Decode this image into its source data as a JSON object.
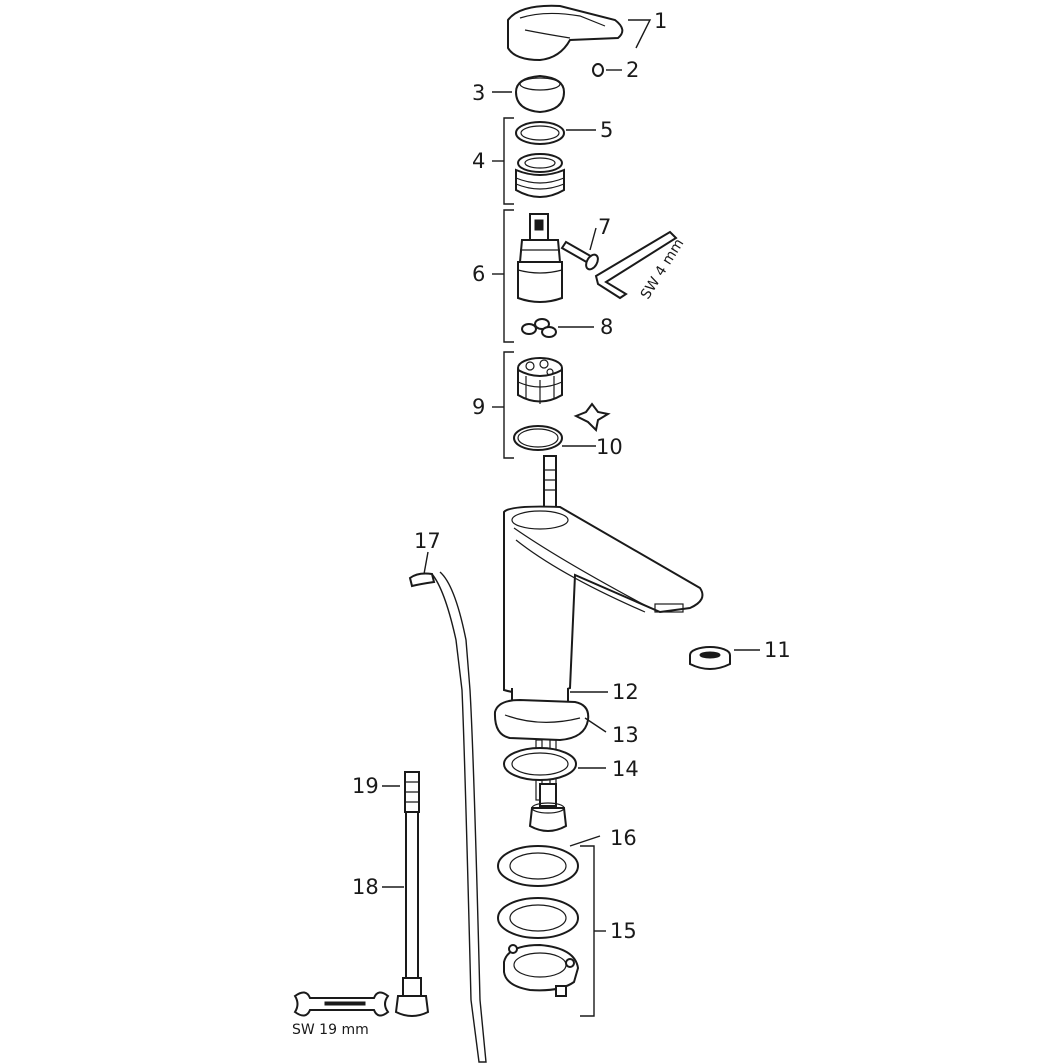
{
  "labels": {
    "p1": "1",
    "p2": "2",
    "p3": "3",
    "p4": "4",
    "p5": "5",
    "p6": "6",
    "p7": "7",
    "p8": "8",
    "p9": "9",
    "p10": "10",
    "p11": "11",
    "p12": "12",
    "p13": "13",
    "p14": "14",
    "p15": "15",
    "p16": "16",
    "p17": "17",
    "p18": "18",
    "p19": "19"
  },
  "tools": {
    "hex_key": "SW 4 mm",
    "wrench": "SW 19 mm"
  }
}
